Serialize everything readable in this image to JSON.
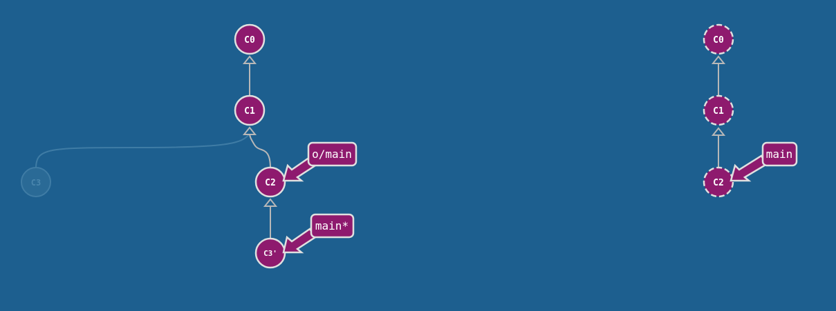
{
  "colors": {
    "background": "#1d5f8f",
    "commit_fill": "#8e1a6e",
    "commit_stroke": "#e0e0e0",
    "edge": "#b8b8b8",
    "ghost_fill": "#2a6a96",
    "ghost_stroke": "#3f7ca5",
    "ghost_text": "#4a86ad"
  },
  "local_repo": {
    "commits": [
      {
        "id": "C0",
        "label": "C0"
      },
      {
        "id": "C1",
        "label": "C1"
      },
      {
        "id": "C2",
        "label": "C2"
      },
      {
        "id": "C3prime",
        "label": "C3'"
      },
      {
        "id": "C3",
        "label": "C3",
        "ghost": true
      }
    ],
    "branches": [
      {
        "name": "o/main",
        "target": "C2"
      },
      {
        "name": "main*",
        "target": "C3prime"
      }
    ]
  },
  "remote_repo": {
    "commits": [
      {
        "id": "C0",
        "label": "C0"
      },
      {
        "id": "C1",
        "label": "C1"
      },
      {
        "id": "C2",
        "label": "C2"
      }
    ],
    "branches": [
      {
        "name": "main",
        "target": "C2"
      }
    ]
  }
}
